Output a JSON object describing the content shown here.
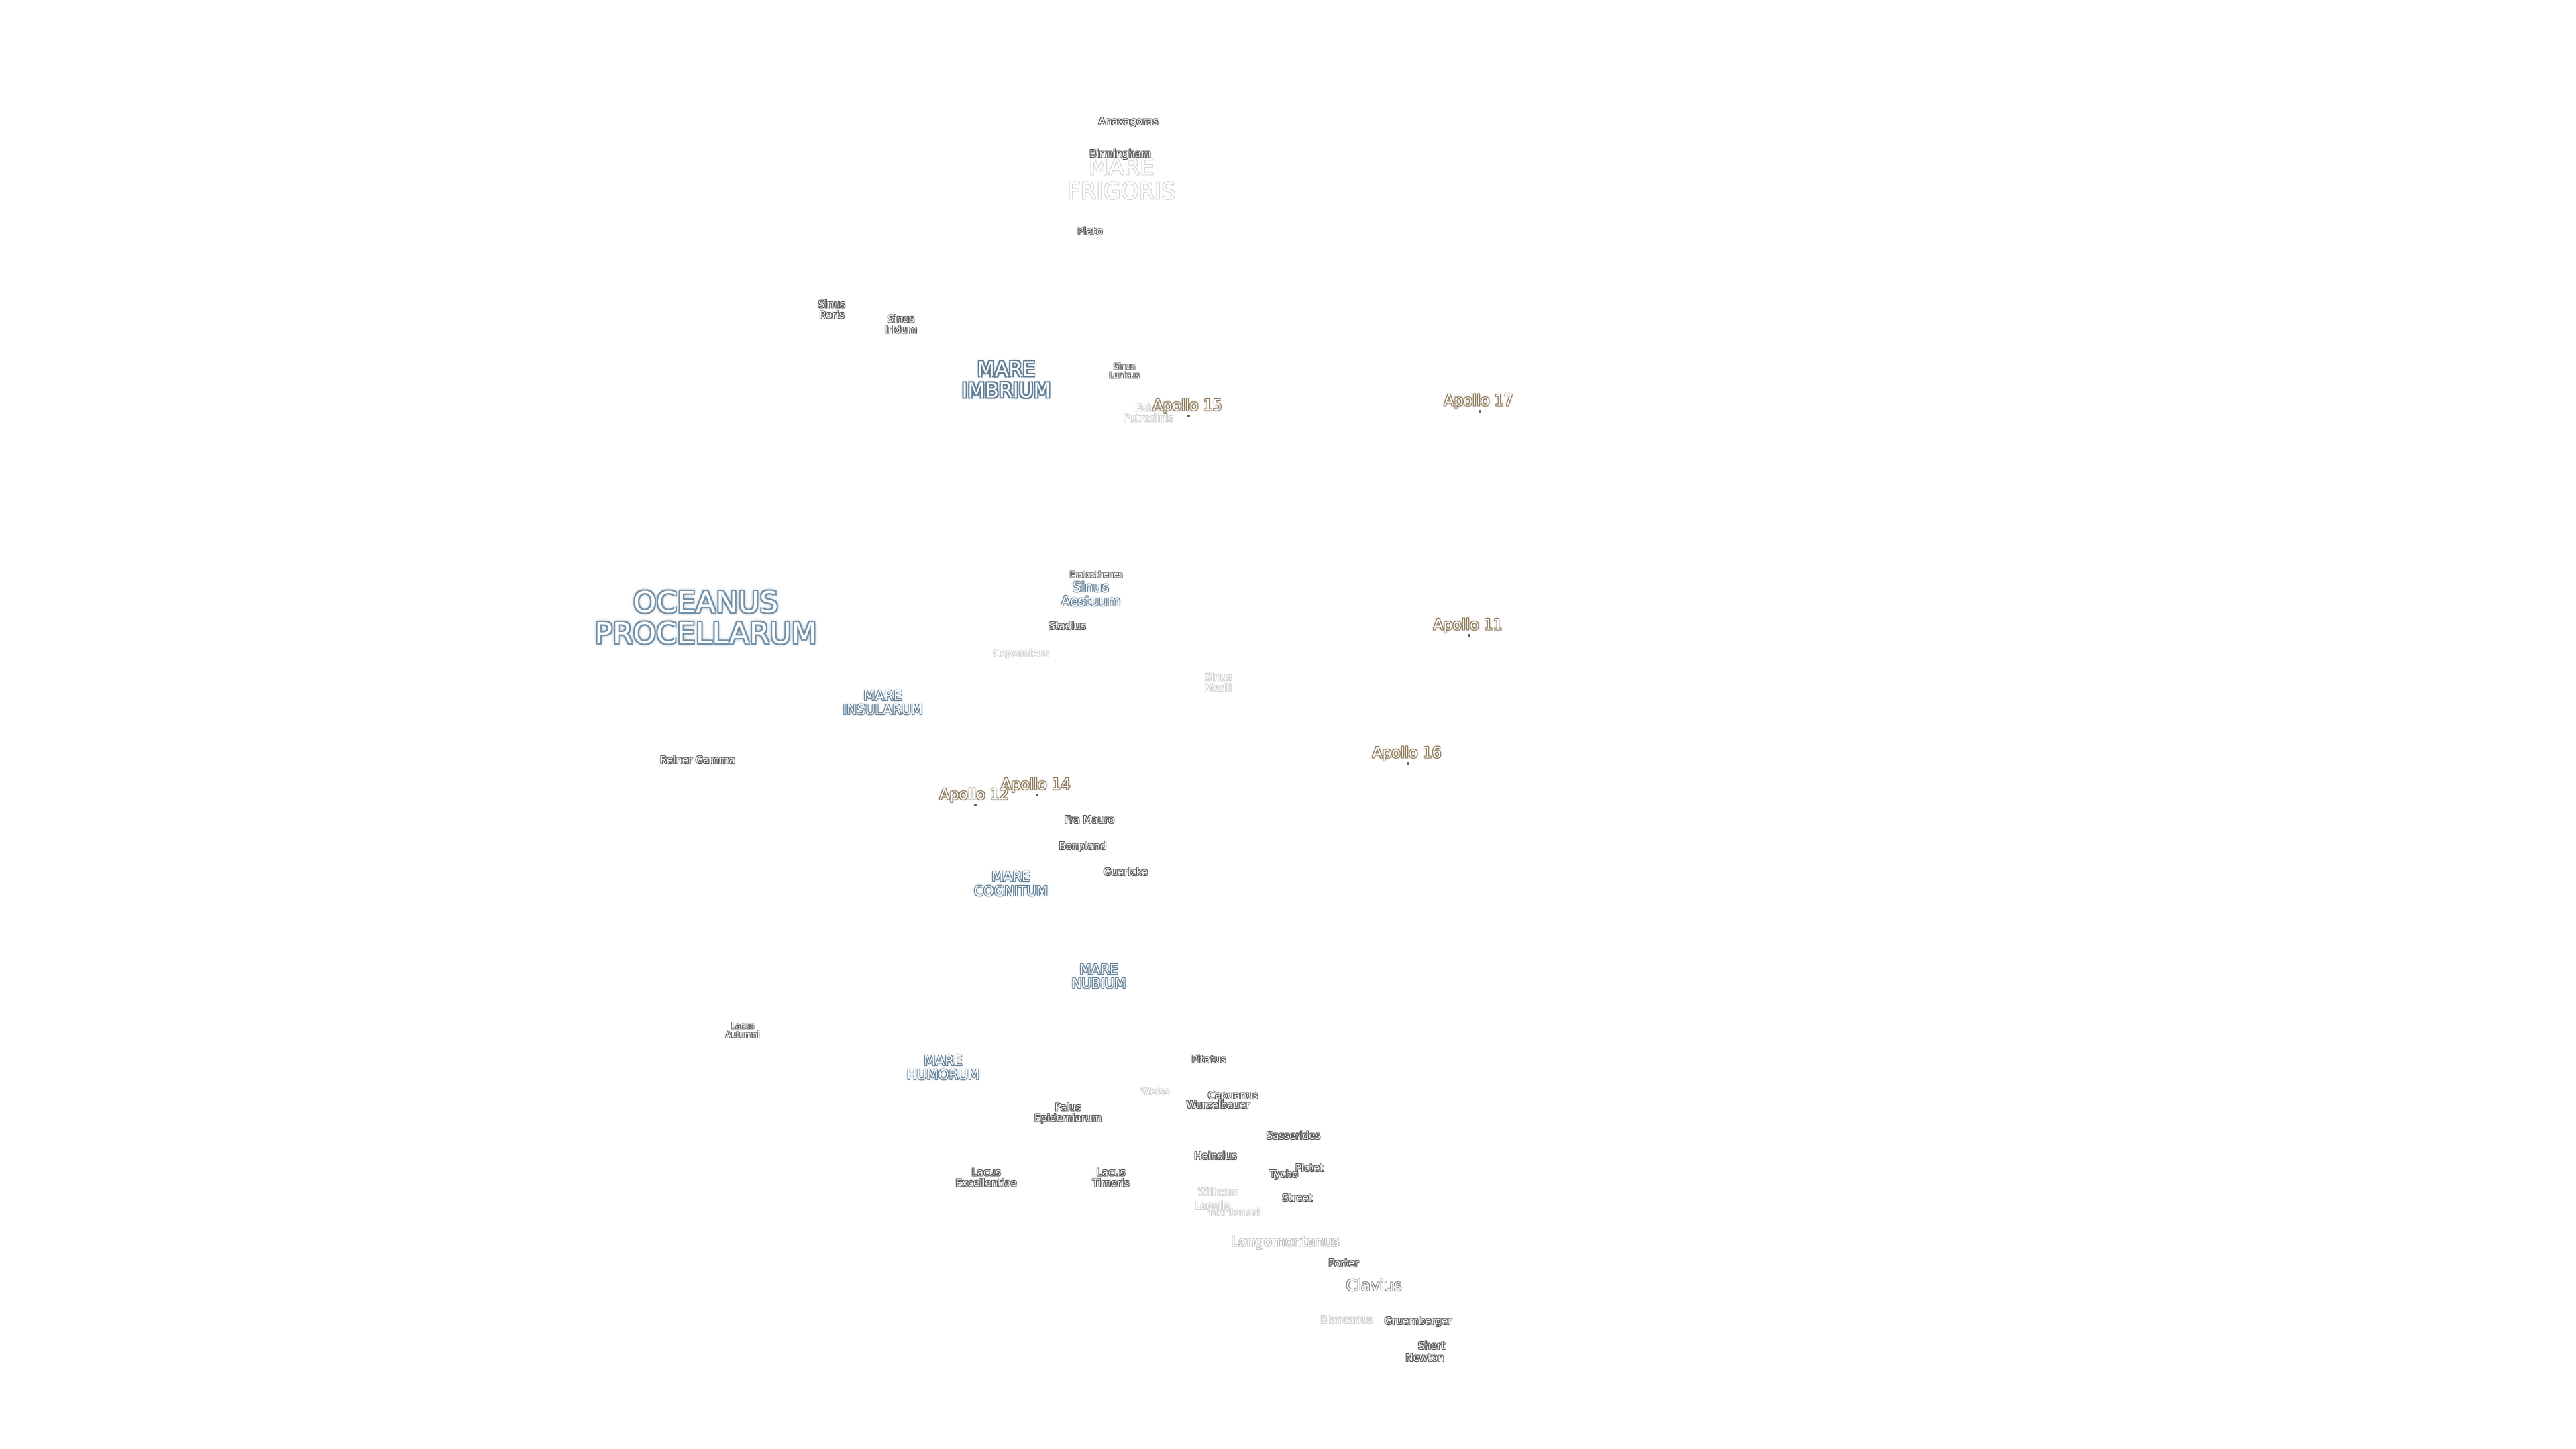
{
  "map": {
    "maria": {
      "oceanus_procellarum": "OCEANUS\nPROCELLARUM",
      "mare_frigoris": "MARE\nFRIGORIS",
      "mare_imbrium": "MARE\nIMBRIUM",
      "mare_insularum": "MARE\nINSULARUM",
      "mare_cognitum": "MARE\nCOGNITUM",
      "mare_nubium": "MARE\nNUBIUM",
      "mare_humorum": "MARE\nHUMORUM"
    },
    "sinus_lacus_palus": {
      "sinus_roris": "Sinus\nRoris",
      "sinus_iridum": "Sinus\nIridum",
      "sinus_lunicus": "Sinus\nLunicus",
      "palus_putredinis": "Palus\nPutredinis",
      "sinus_aestuum": "Sinus\nAestuum",
      "sinus_medii": "Sinus\nMedii",
      "lacus_autumni": "Lacus\nAutumni",
      "palus_epidemiarum": "Palus\nEpidemiarum",
      "lacus_excellentiae": "Lacus\nExcellentiae",
      "lacus_timoris": "Lacus\nTimoris"
    },
    "craters": {
      "anaxagoras": "Anaxagoras",
      "birmingham": "Birmingham",
      "plato": "Plato",
      "eratosthenes": "Eratosthenes",
      "stadius": "Stadius",
      "copernicus": "Copernicus",
      "reiner_gamma": "Reiner Gamma",
      "fra_mauro": "Fra Mauro",
      "bonpland": "Bonpland",
      "guericke": "Guericke",
      "pitatus": "Pitatus",
      "weiss": "Weiss",
      "capuanus": "Capuanus",
      "wurzelbauer": "Wurzelbauer",
      "sasserides": "Sasserides",
      "heinsius": "Heinsius",
      "tycho": "Tycho",
      "pictet": "Pictet",
      "wilhelm": "Wilhelm",
      "street": "Street",
      "lagalla": "Lagalla",
      "montanari": "Montanari",
      "longomontanus": "Longomontanus",
      "porter": "Porter",
      "clavius": "Clavius",
      "blancanus": "Blancanus",
      "gruemberger": "Gruemberger",
      "short": "Short",
      "newton": "Newton"
    },
    "landing_sites": {
      "apollo_11": "Apollo 11",
      "apollo_12": "Apollo 12",
      "apollo_14": "Apollo 14",
      "apollo_15": "Apollo 15",
      "apollo_16": "Apollo 16",
      "apollo_17": "Apollo 17"
    },
    "colors": {
      "background": "#ffffff",
      "mare_outline": "#5f7e96",
      "apollo_outline": "#8a7350",
      "crater_outline": "#555555",
      "faint_outline": "#cfcfcf"
    }
  }
}
